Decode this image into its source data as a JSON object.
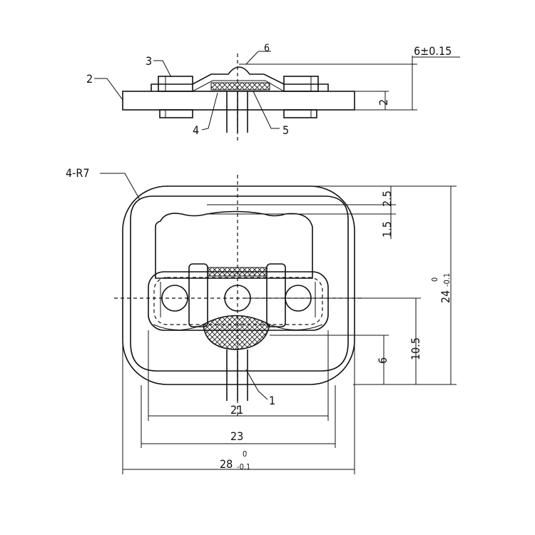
{
  "callouts": {
    "item_1": "1",
    "item_2": "2",
    "item_3": "3",
    "item_4": "4",
    "item_5": "5",
    "item_6": "6"
  },
  "dimensions": {
    "height_total": "6±0.15",
    "plate_thickness": "2",
    "corner_radius": "4-R7",
    "dim_2_5": "2.5",
    "dim_1_5": "1.5",
    "height_24_main": "24",
    "height_24_tol": "0",
    "height_24_tol_lower": "-0.1",
    "dim_10_5": "10.5",
    "dim_6": "6",
    "width_21": "21",
    "width_23": "23",
    "width_28_main": "28",
    "width_28_tol_upper": "0",
    "width_28_tol_lower": "-0.1"
  },
  "colors": {
    "line": "#111111",
    "background": "#ffffff"
  }
}
